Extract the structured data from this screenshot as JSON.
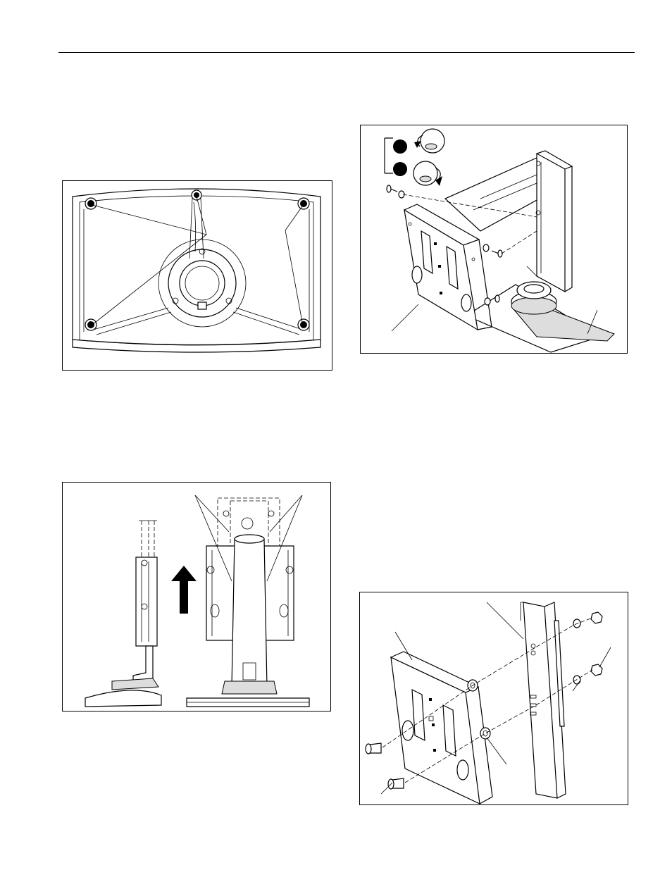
{
  "page": {
    "rule_color": "#000000"
  },
  "figures": [
    {
      "id": "fig1",
      "subject": "display-back-feet"
    },
    {
      "id": "fig2",
      "subject": "adapter-plate-on-stand-column",
      "icons": [
        "loosen-icon",
        "tighten-icon"
      ]
    },
    {
      "id": "fig3",
      "subject": "column-slide-up",
      "icons": [
        "up-arrow-icon"
      ]
    },
    {
      "id": "fig4",
      "subject": "plate-to-bracket-hardware"
    }
  ]
}
